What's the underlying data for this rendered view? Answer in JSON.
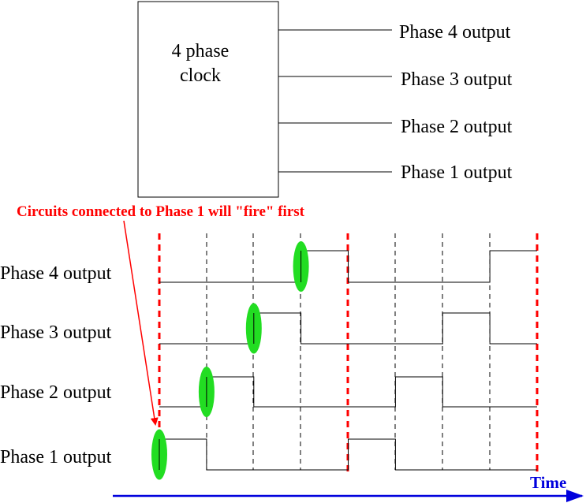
{
  "clock_box": {
    "label_line1": "4 phase",
    "label_line2": "clock"
  },
  "clock_outputs": [
    "Phase 4 output",
    "Phase 3 output",
    "Phase 2 output",
    "Phase 1 output"
  ],
  "annotation": {
    "text": "Circuits connected to Phase 1 will \"fire\" first",
    "color": "#ff0000"
  },
  "timing_labels": [
    "Phase 4 output",
    "Phase 3 output",
    "Phase 2 output",
    "Phase 1 output"
  ],
  "time_axis": {
    "label": "Time",
    "color": "#0000dd"
  },
  "waveforms": {
    "slots": 8,
    "phase4": [
      0,
      0,
      0,
      1,
      0,
      0,
      0,
      1
    ],
    "phase3": [
      0,
      0,
      1,
      0,
      0,
      0,
      1,
      0
    ],
    "phase2": [
      0,
      1,
      0,
      0,
      0,
      1,
      0,
      0
    ],
    "phase1": [
      1,
      0,
      0,
      0,
      1,
      0,
      0,
      0
    ]
  },
  "colors": {
    "period_marker": "#ff0000",
    "fire_highlight": "#22dd22",
    "line": "#000000"
  }
}
